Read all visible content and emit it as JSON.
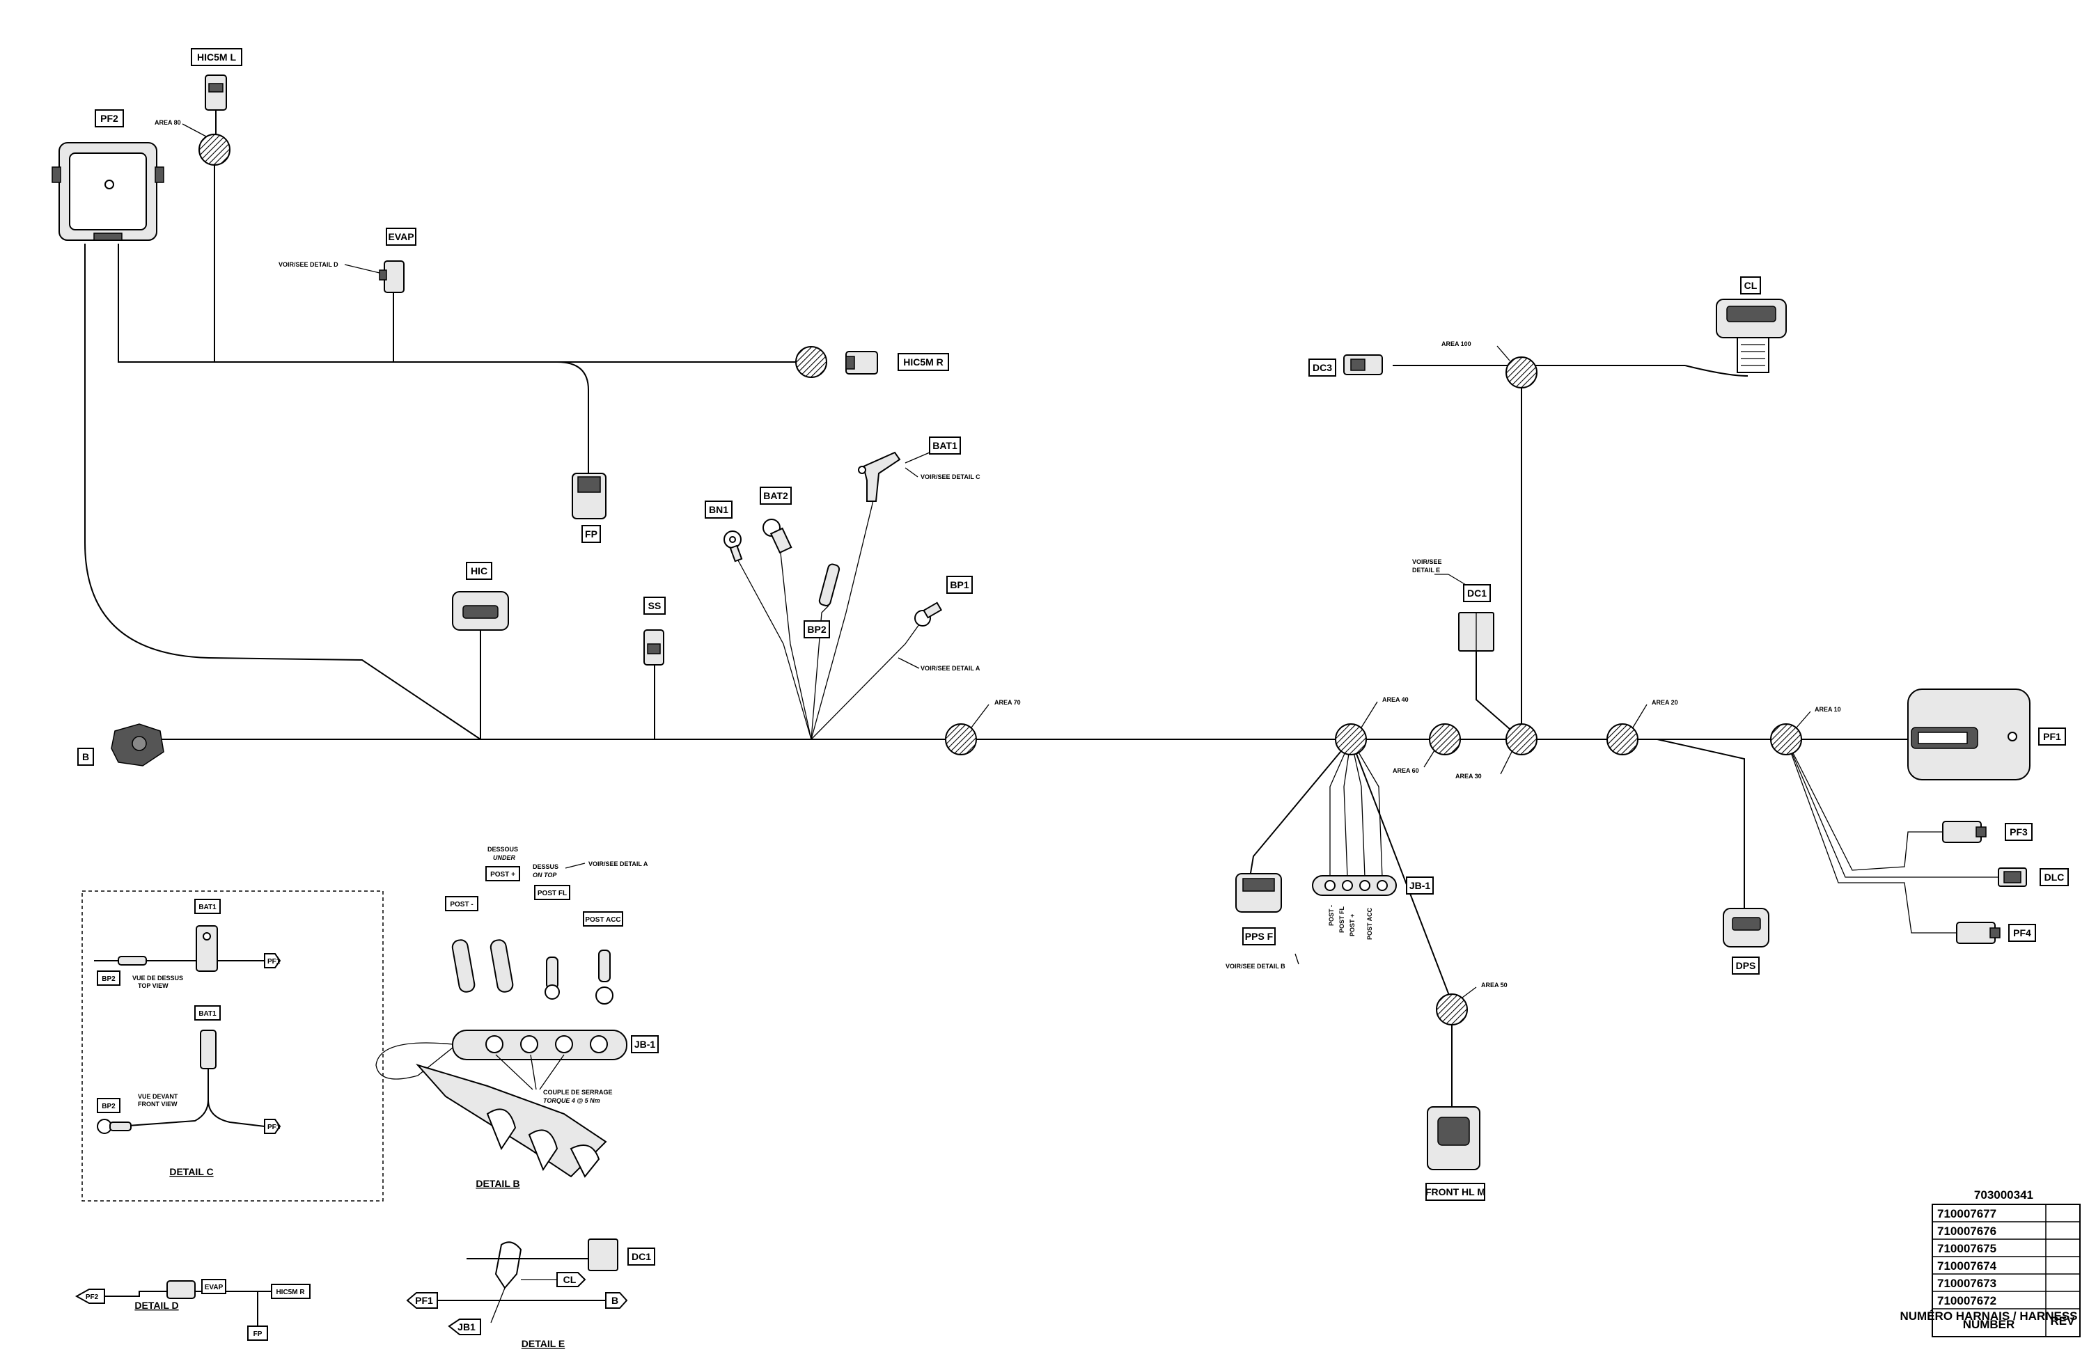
{
  "connectors": {
    "hic5m_l": "HIC5M  L",
    "pf2": "PF2",
    "evap": "EVAP",
    "hic5m_r": "HIC5M  R",
    "fp": "FP",
    "bat1": "BAT1",
    "bn1": "BN1",
    "bat2": "BAT2",
    "bp1": "BP1",
    "bp2": "BP2",
    "hic": "HIC",
    "ss": "SS",
    "b": "B",
    "cl": "CL",
    "dc3": "DC3",
    "dc1": "DC1",
    "pf1": "PF1",
    "pf3": "PF3",
    "dlc": "DLC",
    "pf4": "PF4",
    "dps": "DPS",
    "pps_f": "PPS  F",
    "jb1": "JB-1",
    "front_hl_m": "FRONT  HL  M"
  },
  "areas": {
    "a80": "AREA 80",
    "a70": "AREA 70",
    "a40": "AREA 40",
    "a60": "AREA 60",
    "a30": "AREA 30",
    "a20": "AREA 20",
    "a10": "AREA 10",
    "a100": "AREA 100",
    "a50": "AREA 50"
  },
  "notes": {
    "see_detail_d": "VOIR/SEE DETAIL D",
    "see_detail_c": "VOIR/SEE DETAIL C",
    "see_detail_a": "VOIR/SEE DETAIL A",
    "see_detail_e_1": "VOIR/SEE",
    "see_detail_e_2": "DETAIL E",
    "see_detail_b": "VOIR/SEE DETAIL B",
    "post_minus": "POST -",
    "post_fl": "POST FL",
    "post_plus": "POST +",
    "post_acc": "POST ACC"
  },
  "detail_c": {
    "title": "DETAIL C",
    "bat1": "BAT1",
    "bp2": "BP2",
    "pf1": "PF1",
    "top_view_fr": "VUE DE DESSUS",
    "top_view_en": "TOP VIEW",
    "front_view_fr": "VUE DEVANT",
    "front_view_en": "FRONT VIEW"
  },
  "detail_b": {
    "title": "DETAIL B",
    "under_fr": "DESSOUS",
    "under_en": "UNDER",
    "on_top_fr": "DESSUS",
    "on_top_en": "ON TOP",
    "see_detail_a": "VOIR/SEE DETAIL A",
    "post_plus": "POST +",
    "post_fl": "POST FL",
    "post_minus": "POST -",
    "post_acc": "POST ACC",
    "jb1": "JB-1",
    "torque_fr": "COUPLE DE SERRAGE",
    "torque_en": "TORQUE 4 @ 5 Nm"
  },
  "detail_d": {
    "title": "DETAIL D",
    "pf2": "PF2",
    "evap": "EVAP",
    "hic5m_r": "HIC5M  R",
    "fp": "FP"
  },
  "detail_e": {
    "title": "DETAIL E",
    "dc1": "DC1",
    "cl": "CL",
    "pf1": "PF1",
    "b": "B",
    "jb1": "JB1"
  },
  "title_block": {
    "drawing_number": "703000341",
    "harness_numbers": [
      "710007677",
      "710007676",
      "710007675",
      "710007674",
      "710007673",
      "710007672"
    ],
    "footer_1": "NUMÉRO HARNAIS / HARNESS",
    "footer_2": "NUMBER",
    "rev": "REV"
  }
}
